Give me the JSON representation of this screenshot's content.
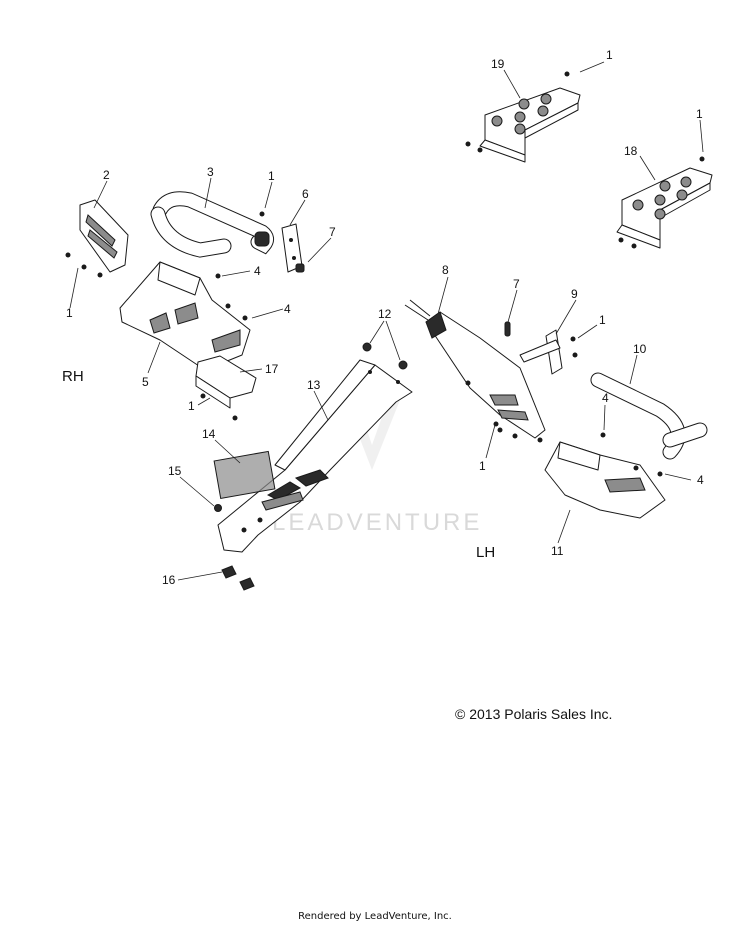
{
  "watermark": "LEADVENTURE",
  "side_labels": {
    "rh": "RH",
    "lh": "LH"
  },
  "callouts": {
    "c19": "19",
    "c1a": "1",
    "c18": "18",
    "c1b": "1",
    "c2": "2",
    "c3": "3",
    "c1c": "1",
    "c6": "6",
    "c7a": "7",
    "c4a": "4",
    "c1d": "1",
    "c4b": "4",
    "c5": "5",
    "c17": "17",
    "c1e": "1",
    "c12": "12",
    "c13": "13",
    "c14": "14",
    "c15": "15",
    "c16": "16",
    "c8": "8",
    "c7b": "7",
    "c9": "9",
    "c1f": "1",
    "c10": "10",
    "c4c": "4",
    "c1g": "1",
    "c4d": "4",
    "c11": "11"
  },
  "copyright": "© 2013 Polaris Sales Inc.",
  "footer": "Rendered by LeadVenture, Inc."
}
